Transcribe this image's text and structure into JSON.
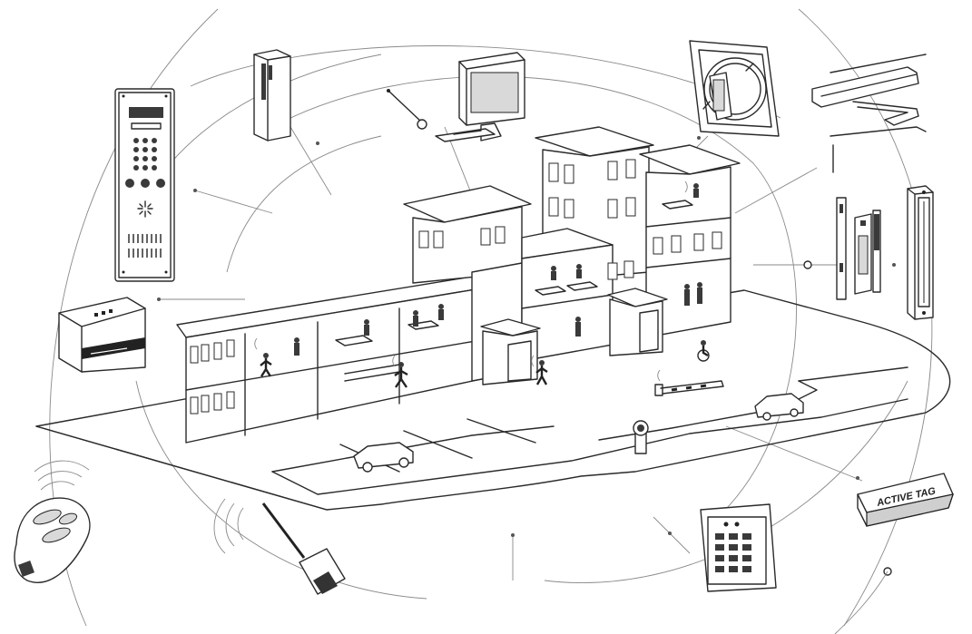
{
  "diagram": {
    "title": "",
    "active_tag_label": "ACTIVE TAG",
    "devices": [
      {
        "name": "intercom-keypad-panel"
      },
      {
        "name": "proximity-card-reader"
      },
      {
        "name": "access-control-computer"
      },
      {
        "name": "key-switch"
      },
      {
        "name": "door-closer"
      },
      {
        "name": "electric-strike-lock"
      },
      {
        "name": "magnetic-lock"
      },
      {
        "name": "desktop-reader-unit"
      },
      {
        "name": "remote-key-fob"
      },
      {
        "name": "long-range-antenna"
      },
      {
        "name": "keypad-reader"
      },
      {
        "name": "active-tag"
      }
    ]
  }
}
